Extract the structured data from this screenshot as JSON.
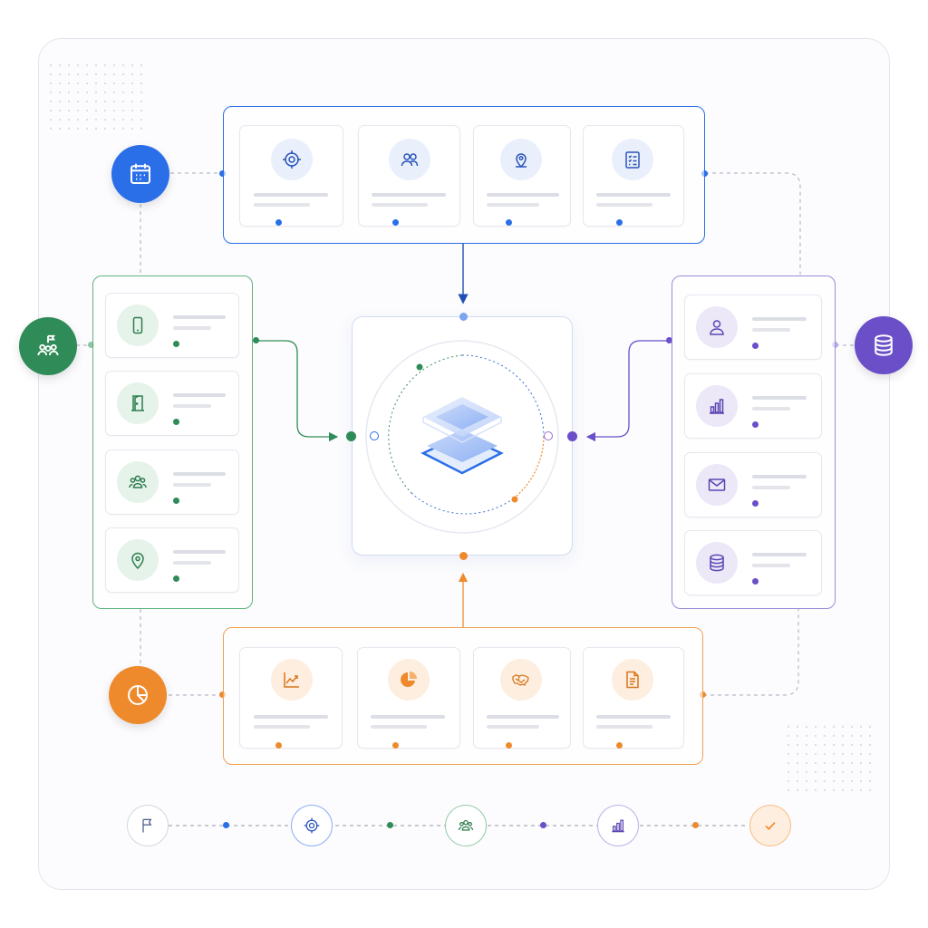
{
  "colors": {
    "blue": "#2a6ee8",
    "green": "#2f8b57",
    "purple": "#6a4fc9",
    "orange": "#ee8a2c",
    "neutral_border": "#e4e6ee"
  },
  "hubs": {
    "top_left": {
      "icon": "calendar-icon",
      "color": "blue"
    },
    "left": {
      "icon": "team-goal-icon",
      "color": "green"
    },
    "right": {
      "icon": "database-icon",
      "color": "purple"
    },
    "bottom_left": {
      "icon": "pie-chart-icon",
      "color": "orange"
    }
  },
  "top_group": {
    "color": "blue",
    "cards": [
      {
        "icon": "target-icon"
      },
      {
        "icon": "users-icon"
      },
      {
        "icon": "map-pin-icon"
      },
      {
        "icon": "checklist-icon"
      }
    ]
  },
  "left_group": {
    "color": "green",
    "cards": [
      {
        "icon": "mobile-icon"
      },
      {
        "icon": "door-icon"
      },
      {
        "icon": "group-icon"
      },
      {
        "icon": "location-icon"
      }
    ]
  },
  "right_group": {
    "color": "purple",
    "cards": [
      {
        "icon": "user-icon"
      },
      {
        "icon": "bar-chart-icon"
      },
      {
        "icon": "mail-icon"
      },
      {
        "icon": "database-icon"
      }
    ]
  },
  "bottom_group": {
    "color": "orange",
    "cards": [
      {
        "icon": "line-chart-icon"
      },
      {
        "icon": "pie-chart-icon"
      },
      {
        "icon": "map-icon"
      },
      {
        "icon": "document-icon"
      }
    ]
  },
  "center": {
    "icon": "layers-icon"
  },
  "timeline": [
    {
      "icon": "flag-icon",
      "color": "neutral"
    },
    {
      "icon": "target-icon",
      "color": "blue"
    },
    {
      "icon": "group-icon",
      "color": "green"
    },
    {
      "icon": "bar-chart-icon",
      "color": "purple"
    },
    {
      "icon": "check-icon",
      "color": "orange"
    }
  ]
}
